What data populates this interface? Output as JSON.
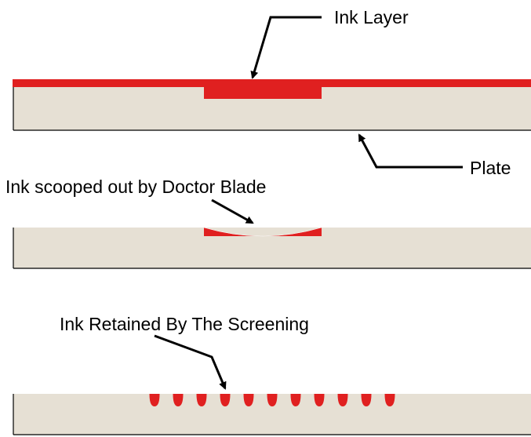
{
  "labels": {
    "ink_layer": "Ink Layer",
    "plate": "Plate",
    "doctor_blade": "Ink scooped out by Doctor Blade",
    "screening": "Ink Retained By The Screening"
  },
  "colors": {
    "ink": "#e02020",
    "plate_fill": "#e6e0d4",
    "outline": "#000000",
    "background": "#ffffff"
  },
  "panels": [
    {
      "step": 1,
      "state": "plate fully covered by ink layer, ink filling recessed cell"
    },
    {
      "step": 2,
      "state": "surface ink removed, ink in cell scooped by doctor blade"
    },
    {
      "step": 3,
      "state": "screened cell retaining ink in dots"
    }
  ],
  "screening_dot_count": 11
}
